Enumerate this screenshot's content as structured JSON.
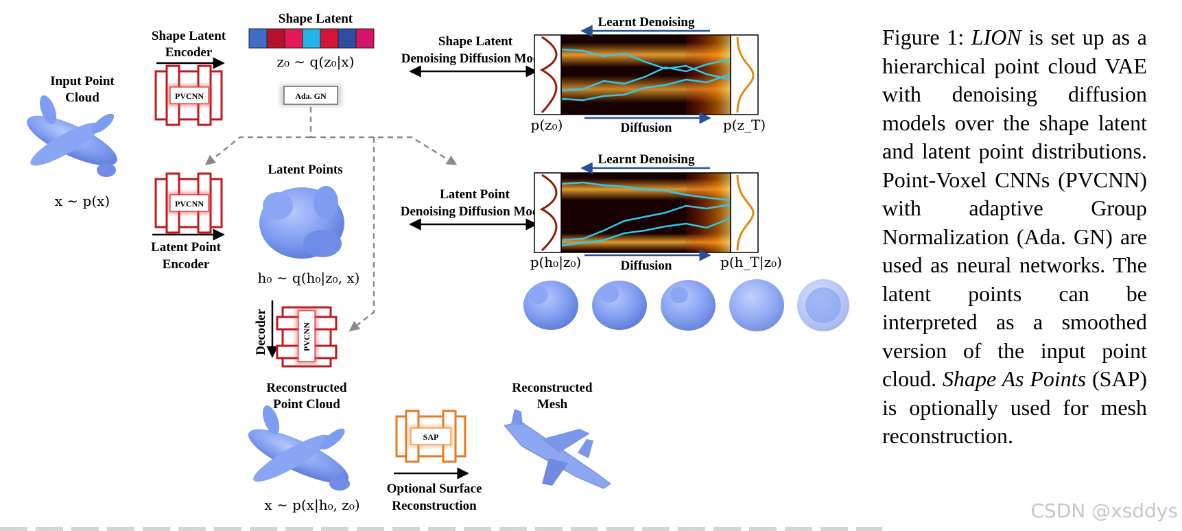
{
  "labels": {
    "shape_latent": "Shape Latent",
    "shape_latent_encoder_1": "Shape Latent",
    "shape_latent_encoder_2": "Encoder",
    "input_point_cloud_1": "Input Point",
    "input_point_cloud_2": "Cloud",
    "latent_points": "Latent Points",
    "latent_point_encoder_1": "Latent Point",
    "latent_point_encoder_2": "Encoder",
    "decoder": "Decoder",
    "reconstructed_pc_1": "Reconstructed",
    "reconstructed_pc_2": "Point Cloud",
    "reconstructed_mesh_1": "Reconstructed",
    "reconstructed_mesh_2": "Mesh",
    "optional_surface_1": "Optional Surface",
    "optional_surface_2": "Reconstruction",
    "shape_ddm_1": "Shape Latent",
    "shape_ddm_2": "Denoising Diffusion Model",
    "point_ddm_1": "Latent Point",
    "point_ddm_2": "Denoising Diffusion Model",
    "learnt_denoising": "Learnt Denoising",
    "diffusion": "Diffusion"
  },
  "blocks": {
    "pvcnn": "PVCNN",
    "ada_gn": "Ada. GN",
    "sap": "SAP"
  },
  "math": {
    "x_px": "x ∼ p(x)",
    "z0_q": "z₀ ∼ q(z₀|x)",
    "h0_q": "h₀ ∼ q(h₀|z₀, x)",
    "x_recon": "x ∼ p(x|h₀, z₀)",
    "p_z0": "p(z₀)",
    "p_zT": "p(z_T)",
    "p_h0": "p(h₀|z₀)",
    "p_hT": "p(h_T|z₀)"
  },
  "latent_colors": [
    "#3e6fc7",
    "#b5112a",
    "#e3195a",
    "#22b5e8",
    "#d61436",
    "#2e4d9e",
    "#d6136a"
  ],
  "caption": {
    "prefix": "Figure 1:",
    "lion": "LION",
    "part1": "is set up as a hierarchical point cloud VAE with denoising diffusion models over the shape latent and latent point distributions. Point-Voxel CNNs (PVCNN) with adaptive Group Normalization (Ada. GN) are used as neural networks. The latent points can be interpreted as a smoothed version of the input point cloud.",
    "sap_italic": "Shape As Points",
    "part2": "(SAP) is optionally used for mesh reconstruction."
  },
  "watermark": "CSDN @xsddys"
}
